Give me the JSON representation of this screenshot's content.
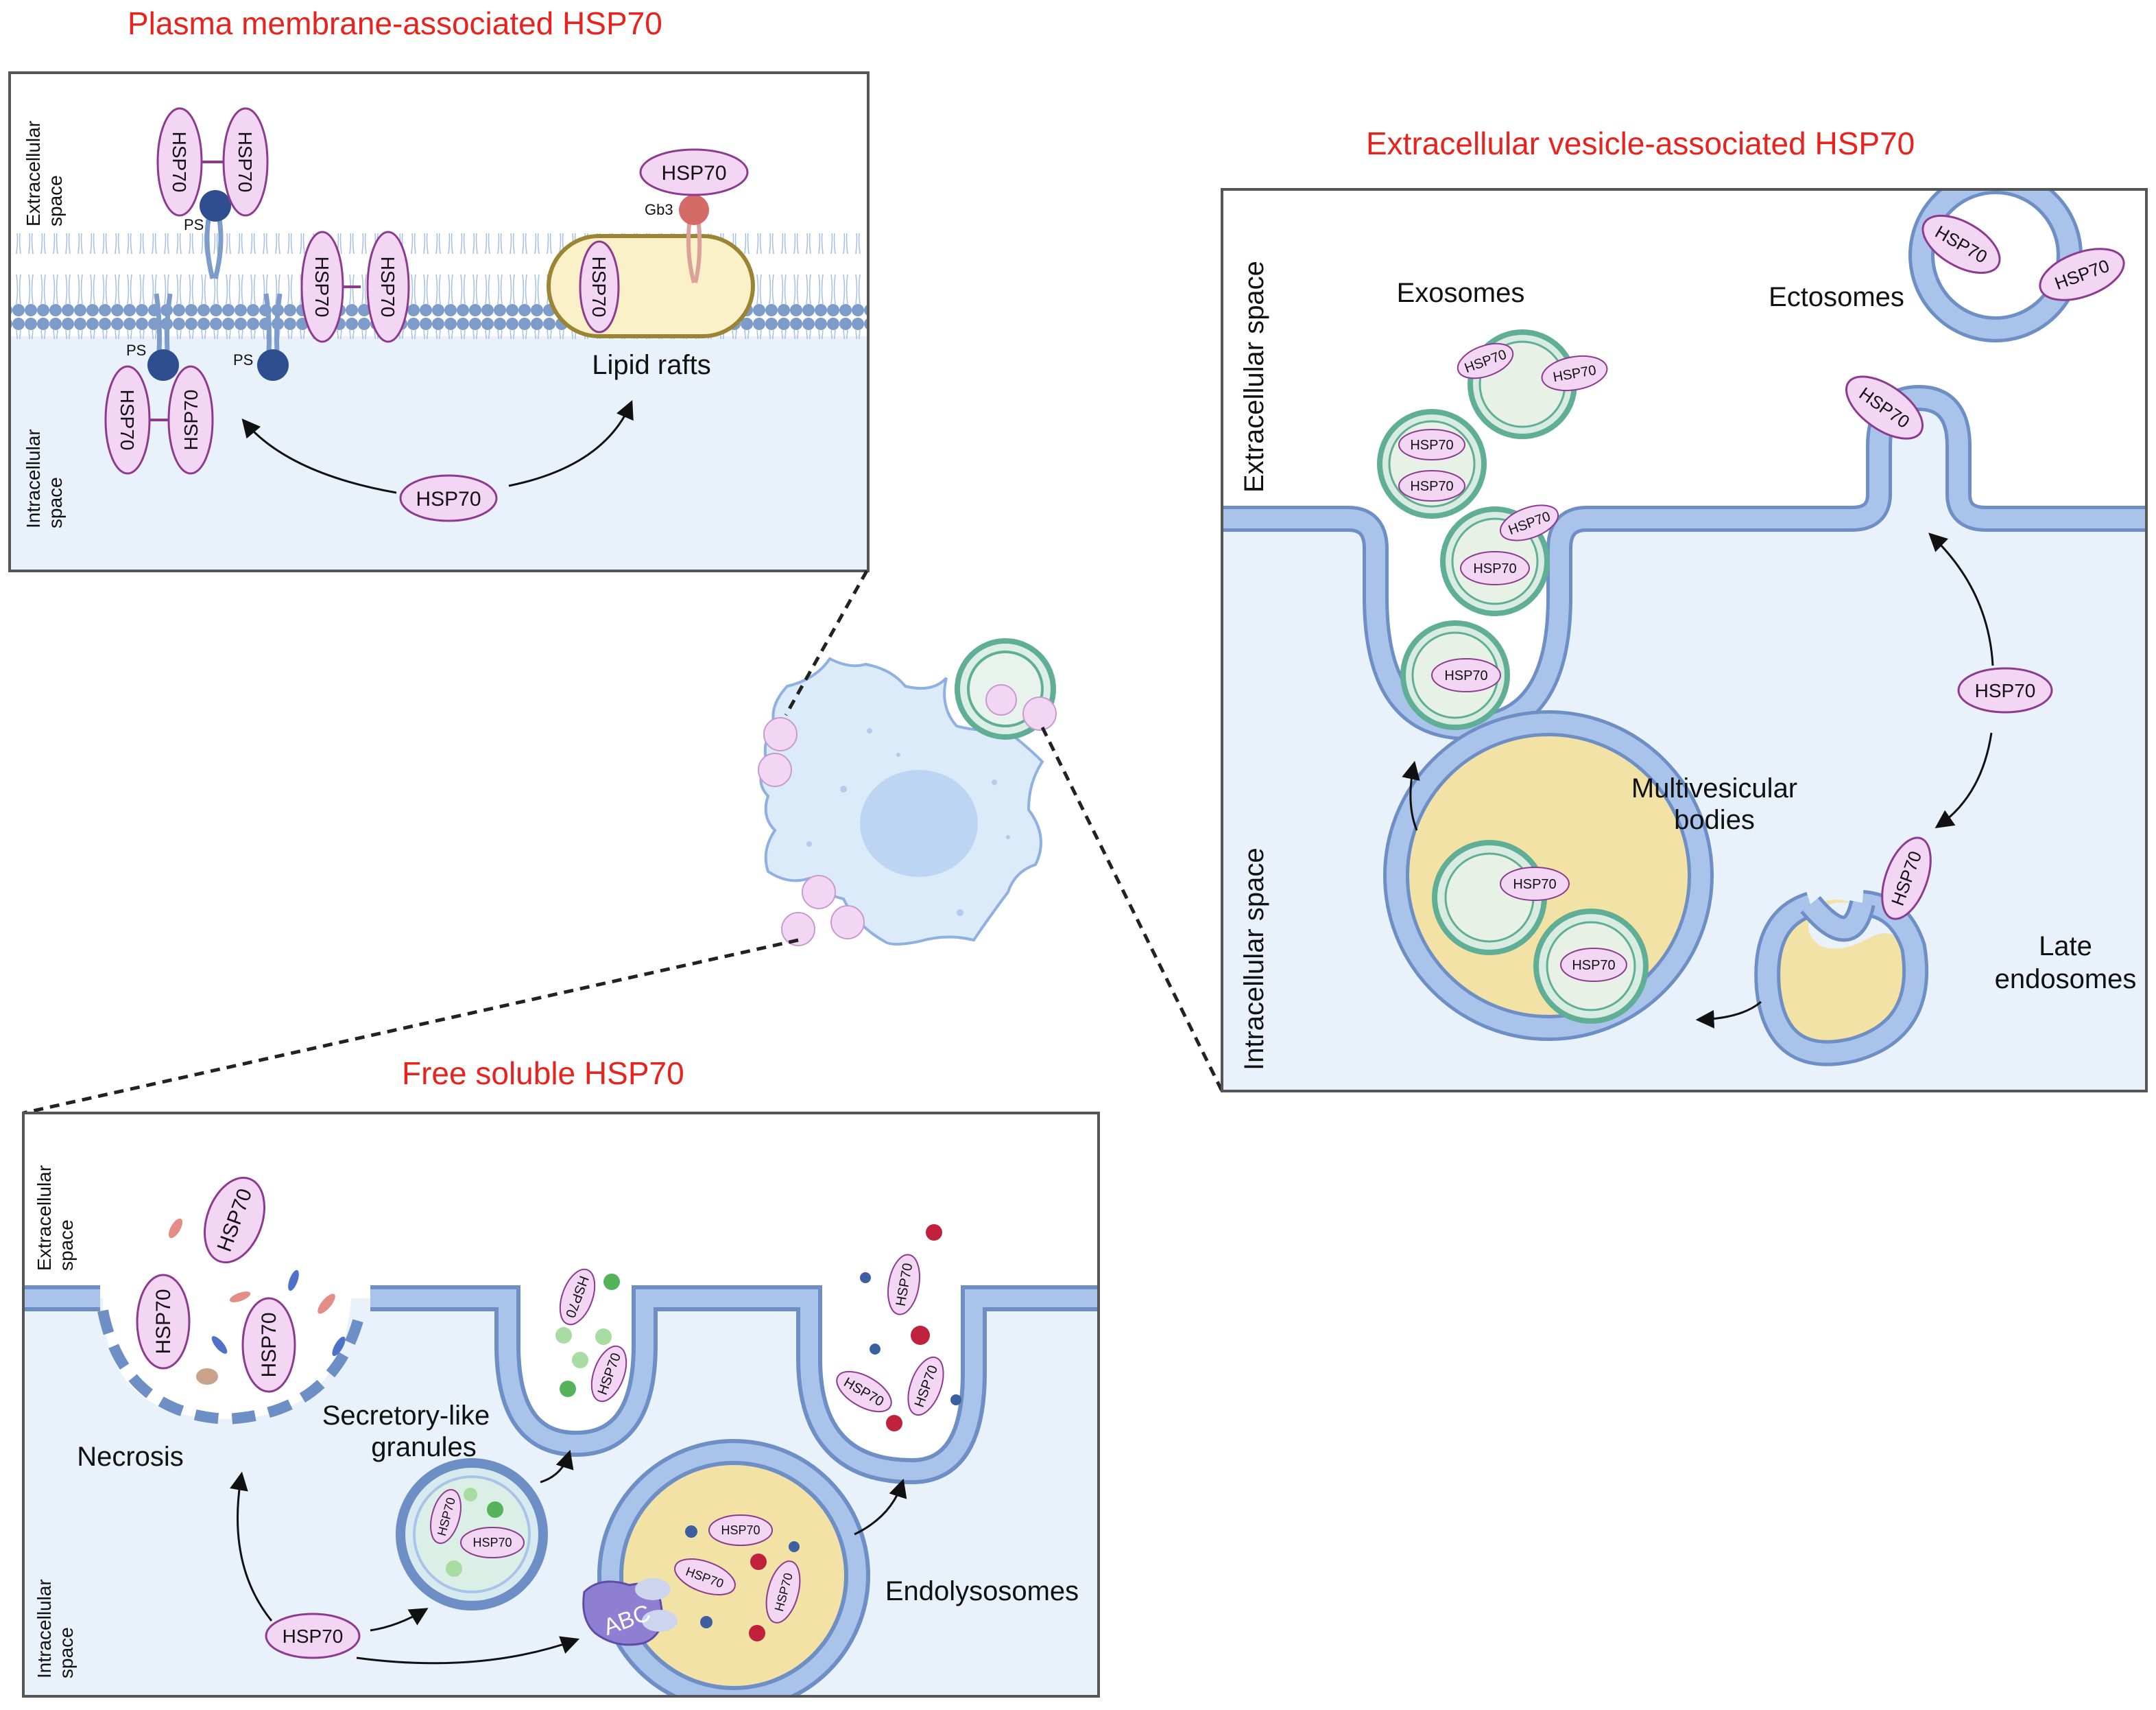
{
  "titles": {
    "plasma": "Plasma membrane-associated HSP70",
    "vesicle": "Extracellular vesicle-associated HSP70",
    "soluble": "Free soluble HSP70"
  },
  "hsp": "HSP70",
  "plasma_panel": {
    "extracellular": [
      "Extracellular",
      "space"
    ],
    "intracellular": [
      "Intracellular",
      "space"
    ],
    "ps": "PS",
    "gb3": "Gb3",
    "lipid_rafts": "Lipid rafts"
  },
  "vesicle_panel": {
    "extracellular": "Extracellular space",
    "intracellular": "Intracellular space",
    "exosomes": "Exosomes",
    "ectosomes": "Ectosomes",
    "multivesicular": [
      "Multivesicular",
      "bodies"
    ],
    "late_endosomes": [
      "Late",
      "endosomes"
    ]
  },
  "soluble_panel": {
    "extracellular": [
      "Extracellular",
      "space"
    ],
    "intracellular": [
      "Intracellular",
      "space"
    ],
    "necrosis": "Necrosis",
    "secretory": [
      "Secretory-like",
      "granules"
    ],
    "endolysosomes": "Endolysosomes",
    "abc": "ABC"
  },
  "colors": {
    "title_red": "#e8231d",
    "membrane_blue": "#8fb0e0",
    "hsp_fill": "#f3d6f4",
    "hsp_stroke": "#8c3b8e",
    "exosome_green": "#5fae95",
    "yellow_lumen": "#f2e2a6",
    "intracellular_bg": "#e9f1fb"
  }
}
